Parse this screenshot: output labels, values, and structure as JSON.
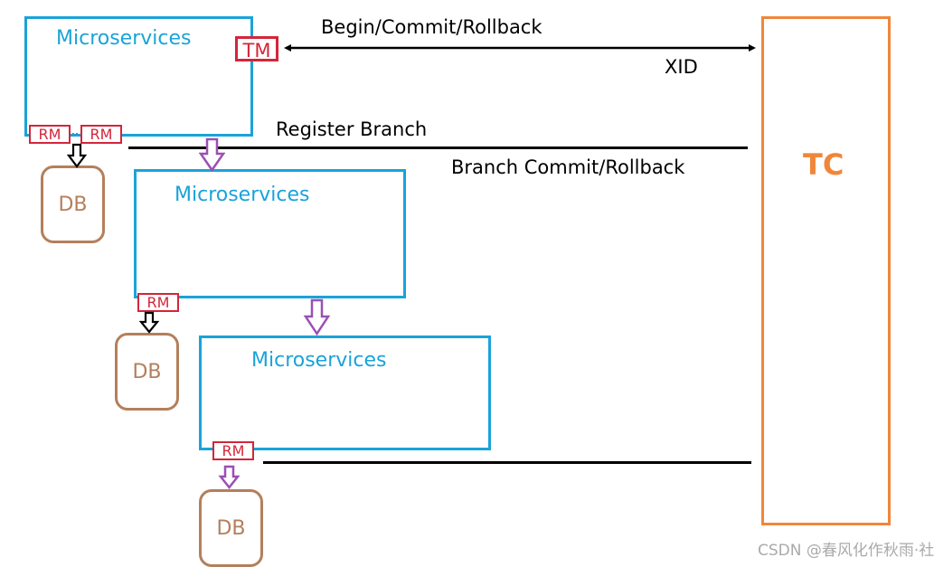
{
  "microservices": [
    {
      "label": "Microservices"
    },
    {
      "label": "Microservices"
    },
    {
      "label": "Microservices"
    }
  ],
  "tm_label": "TM",
  "rm_label": "RM",
  "db_label": "DB",
  "tc_label": "TC",
  "messages": {
    "begin_commit_rollback": "Begin/Commit/Rollback",
    "xid": "XID",
    "register_branch": "Register Branch",
    "branch_commit_rollback": "Branch Commit/Rollback"
  },
  "watermark": "CSDN @春风化作秋雨·社区",
  "colors": {
    "microservice": "#1aa3d9",
    "tag": "#d3263a",
    "db": "#b47f5c",
    "tc": "#f0863a",
    "arrow_purple": "#9b4fb5",
    "arrow_black": "#000000"
  }
}
